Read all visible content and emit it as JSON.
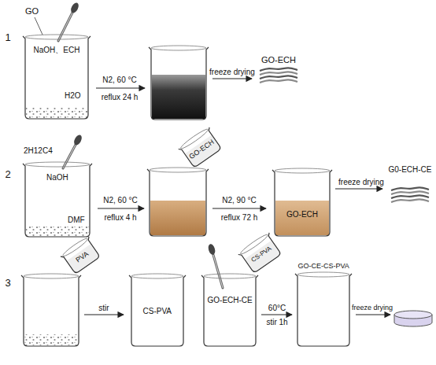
{
  "diagram": {
    "nodes": [
      {
        "text": [
          "GO",
          "NaOH、ECH",
          "H2O"
        ]
      },
      {
        "text": [
          "GO-ECH"
        ]
      },
      {
        "text": [
          "2H12C4",
          "NaOH",
          "DMF"
        ]
      },
      {
        "text": [
          "GO-ECH"
        ]
      },
      {
        "text": [
          "GO-ECH"
        ]
      },
      {
        "text": [
          "G0-ECH-CE"
        ]
      },
      {
        "text": [
          "PVA"
        ]
      },
      {
        "text": [
          "CS-PVA"
        ]
      },
      {
        "text": [
          "GO-ECH-CE"
        ]
      },
      {
        "text": [
          "CS-PVA"
        ]
      },
      {
        "text": [
          "GO-CE-CS-PVA"
        ]
      }
    ],
    "edges": [
      {
        "from": 4,
        "to": 5,
        "arrow": "to"
      },
      {
        "from": 8,
        "to": 10,
        "arrow": "to"
      }
    ],
    "labels": [
      "1",
      "N2, 60 °C",
      "reflux 24 h",
      "freeze drying",
      "2",
      "N2, 60 °C",
      "reflux 4 h",
      "N2, 90 °C",
      "reflux 72 h",
      "freeze drying",
      "3",
      "stir",
      "60°C",
      "stir 1h",
      "freeze drying"
    ]
  }
}
